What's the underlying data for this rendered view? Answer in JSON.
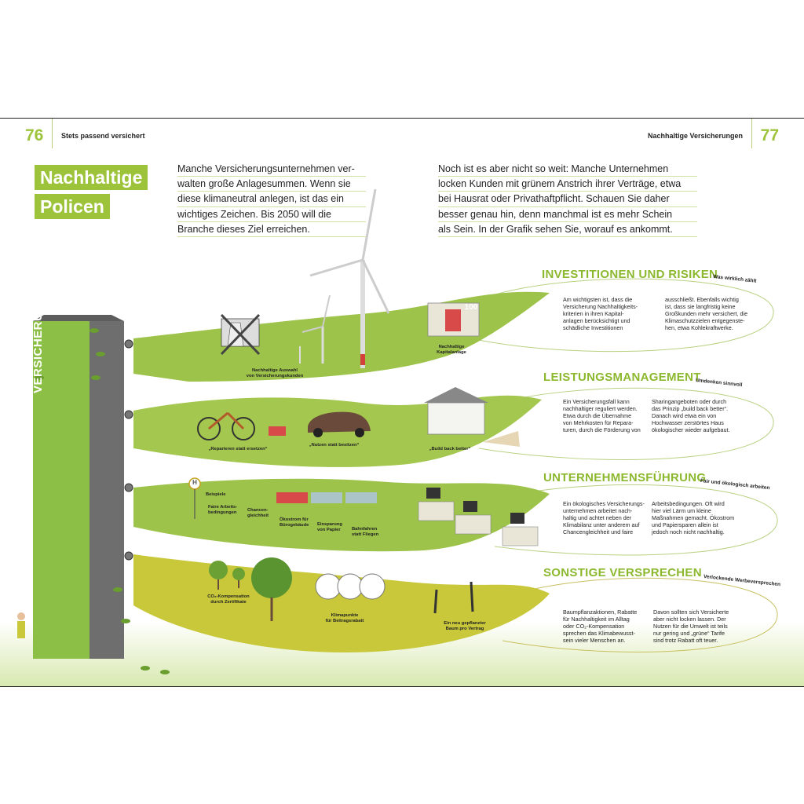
{
  "header": {
    "left_page_number": "76",
    "left_running_head": "Stets passend versichert",
    "right_running_head": "Nachhaltige Versicherungen",
    "right_page_number": "77"
  },
  "title": [
    "Nachhaltige",
    "Policen"
  ],
  "intro_left": [
    "Manche Versicherungsunternehmen ver-",
    "walten große Anlagesummen. Wenn sie",
    "diese klimaneutral anlegen, ist das ein",
    "wichtiges Zeichen. Bis 2050 will die",
    "Branche dieses Ziel erreichen."
  ],
  "intro_right": [
    "Noch ist es aber nicht so weit: Manche Unternehmen",
    "locken Kunden mit grünem Anstrich ihrer Verträge, etwa",
    "bei Hausrat oder Privathaftpflicht. Schauen Sie daher",
    "besser genau hin, denn manchmal ist es mehr Schein",
    "als Sein. In der Grafik sehen Sie, worauf es ankommt."
  ],
  "tower_label": "VERSICHERUNG",
  "sections": [
    {
      "title": "INVESTITIONEN UND RISIKEN",
      "subtitle": "Was wirklich zählt",
      "text_col1": [
        "Am wichtigsten ist, dass die",
        "Versicherung Nachhaltigkeits-",
        "kriterien in ihren Kapital-",
        "anlagen berücksichtigt und",
        "schädliche Investitionen"
      ],
      "text_col2": [
        "ausschließt. Ebenfalls wichtig",
        "ist, dass sie langfristig keine",
        "Großkunden mehr versichert, die",
        "Klimaschutzzielen entgegenste-",
        "hen, etwa Kohlekraftwerke."
      ],
      "captions": [
        [
          "Nachhaltige Auswahl",
          "von Versicherungskunden"
        ],
        [
          "Nachhaltige",
          "Kapitalanlage"
        ]
      ],
      "banknote": "100"
    },
    {
      "title": "LEISTUNGSMANAGEMENT",
      "subtitle": "Umdenken sinnvoll",
      "text_col1": [
        "Ein Versicherungsfall kann",
        "nachhaltiger reguliert werden.",
        "Etwa durch die Übernahme",
        "von Mehrkosten für Repara-",
        "turen, durch die Förderung von"
      ],
      "text_col2": [
        "Sharingangeboten oder durch",
        "das Prinzip „build back better“.",
        "Danach wird etwa ein von",
        "Hochwasser zerstörtes Haus",
        "ökologischer wieder aufgebaut."
      ],
      "captions": [
        [
          "„Reparieren statt ersetzen“"
        ],
        [
          "„Nutzen statt besitzen“"
        ],
        [
          "„Build back better“"
        ]
      ]
    },
    {
      "title": "UNTERNEHMENSFÜHRUNG",
      "subtitle": "Fair und ökologisch arbeiten",
      "text_col1": [
        "Ein ökologisches Versicherungs-",
        "unternehmen arbeitet nach-",
        "haltig und achtet neben der",
        "Klimabilanz unter anderem auf",
        "Chancengleichheit und faire"
      ],
      "text_col2": [
        "Arbeitsbedingungen. Oft wird",
        "hier viel Lärm um kleine",
        "Maßnahmen gemacht. Ökostrom",
        "und Papiersparen allein ist",
        "jedoch noch nicht nachhaltig."
      ],
      "bus_stop": "H",
      "captions": [
        [
          "Beispiele"
        ],
        [
          "Faire Arbeits-",
          "bedingungen"
        ],
        [
          "Chancen-",
          "gleichheit"
        ],
        [
          "Ökostrom für",
          "Bürogebäude"
        ],
        [
          "Einsparung",
          "von Papier"
        ],
        [
          "Bahnfahren",
          "statt Fliegen"
        ]
      ]
    },
    {
      "title": "SONSTIGE VERSPRECHEN",
      "subtitle": "Verlockende Werbeversprechen",
      "text_col1": [
        "Baumpflanzaktionen, Rabatte",
        "für Nachhaltigkeit im Alltag",
        "oder CO₂-Kompensation",
        "sprechen das Klimabewusst-",
        "sein vieler Menschen an."
      ],
      "text_col2": [
        "Davon sollten sich Versicherte",
        "aber nicht locken lassen. Der",
        "Nutzen für die Umwelt ist teils",
        "nur gering und „grüne“ Tarife",
        "sind trotz Rabatt oft teuer."
      ],
      "captions": [
        [
          "CO₂-Kompensation",
          "durch Zertifikate"
        ],
        [
          "Klimapunkte",
          "für Beitragsrabatt"
        ],
        [
          "Ein neu gepflanzter",
          "Baum pro Vertrag"
        ]
      ]
    }
  ],
  "colors": {
    "accent": "#9cc33a",
    "band_green": "#9dc34a",
    "band_yellow": "#c8c83a",
    "tower_gray": "#6e6e6e"
  }
}
